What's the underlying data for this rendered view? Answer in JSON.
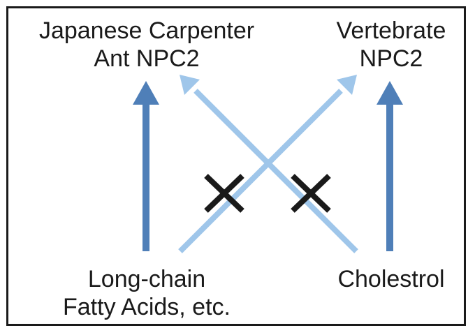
{
  "nodes": {
    "top_left": {
      "line1": "Japanese Carpenter",
      "line2": "Ant NPC2"
    },
    "top_right": {
      "line1": "Vertebrate",
      "line2": "NPC2"
    },
    "bottom_left": {
      "line1": "Long-chain",
      "line2": "Fatty Acids, etc."
    },
    "bottom_right": {
      "line1": "Cholestrol"
    }
  },
  "colors": {
    "strong_arrow": "#4f7fb8",
    "weak_arrow": "#9fc6ea",
    "blocked_mark": "#1a1a1a",
    "frame": "#1a1a1a"
  },
  "arrows": [
    {
      "from": "bottom_left",
      "to": "top_left",
      "style": "strong"
    },
    {
      "from": "bottom_right",
      "to": "top_right",
      "style": "strong"
    },
    {
      "from": "bottom_left",
      "to": "top_right",
      "style": "weak"
    },
    {
      "from": "bottom_right",
      "to": "top_left",
      "style": "weak"
    }
  ],
  "blocked_marks": [
    {
      "icon": "cross-mark-icon",
      "on": "bottom_left->top_right"
    },
    {
      "icon": "cross-mark-icon",
      "on": "bottom_right->top_left"
    }
  ]
}
